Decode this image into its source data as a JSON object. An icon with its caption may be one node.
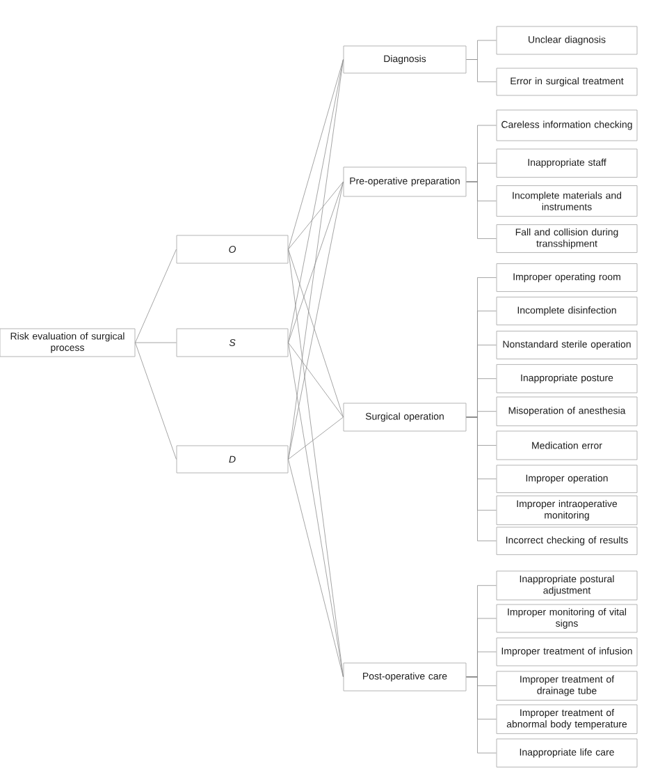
{
  "diagram": {
    "nodes": [
      {
        "text": [
          "Risk evaluation of surgical process"
        ]
      },
      {
        "text": [
          "O"
        ]
      },
      {
        "text": [
          "S"
        ]
      },
      {
        "text": [
          "D"
        ]
      },
      {
        "text": [
          "Diagnosis"
        ]
      },
      {
        "text": [
          "Unclear diagnosis"
        ]
      },
      {
        "text": [
          "Error in surgical treatment"
        ]
      },
      {
        "text": [
          "Pre-operative preparation"
        ]
      },
      {
        "text": [
          "Careless information checking"
        ]
      },
      {
        "text": [
          "Inappropriate staff"
        ]
      },
      {
        "text": [
          "Incomplete materials and instruments"
        ]
      },
      {
        "text": [
          "Fall and collision during transshipment"
        ]
      },
      {
        "text": [
          "Surgical operation"
        ]
      },
      {
        "text": [
          "Improper operating room"
        ]
      },
      {
        "text": [
          "Incomplete disinfection"
        ]
      },
      {
        "text": [
          "Nonstandard sterile operation"
        ]
      },
      {
        "text": [
          "Inappropriate posture"
        ]
      },
      {
        "text": [
          "Misoperation of anesthesia"
        ]
      },
      {
        "text": [
          "Medication error"
        ]
      },
      {
        "text": [
          "Improper operation"
        ]
      },
      {
        "text": [
          "Improper intraoperative monitoring"
        ]
      },
      {
        "text": [
          "Incorrect checking of results"
        ]
      },
      {
        "text": [
          "Post-operative care"
        ]
      },
      {
        "text": [
          "Inappropriate postural adjustment"
        ]
      },
      {
        "text": [
          "Improper monitoring of vital signs"
        ]
      },
      {
        "text": [
          "Improper treatment of infusion"
        ]
      },
      {
        "text": [
          "Improper treatment of drainage tube"
        ]
      },
      {
        "text": [
          "Improper treatment of abnormal body temperature"
        ]
      },
      {
        "text": [
          "Inappropriate life care"
        ]
      }
    ],
    "edges": [
      {
        "from": 0,
        "to": 1,
        "arrow": "none"
      },
      {
        "from": 0,
        "to": 2,
        "arrow": "none"
      },
      {
        "from": 0,
        "to": 3,
        "arrow": "none"
      },
      {
        "from": 1,
        "to": 4,
        "arrow": "none"
      },
      {
        "from": 1,
        "to": 7,
        "arrow": "none"
      },
      {
        "from": 1,
        "to": 12,
        "arrow": "none"
      },
      {
        "from": 1,
        "to": 22,
        "arrow": "none"
      },
      {
        "from": 2,
        "to": 4,
        "arrow": "none"
      },
      {
        "from": 2,
        "to": 7,
        "arrow": "none"
      },
      {
        "from": 2,
        "to": 12,
        "arrow": "none"
      },
      {
        "from": 2,
        "to": 22,
        "arrow": "none"
      },
      {
        "from": 3,
        "to": 4,
        "arrow": "none"
      },
      {
        "from": 3,
        "to": 7,
        "arrow": "none"
      },
      {
        "from": 3,
        "to": 12,
        "arrow": "none"
      },
      {
        "from": 3,
        "to": 22,
        "arrow": "none"
      },
      {
        "from": 4,
        "to": 5,
        "arrow": "none"
      },
      {
        "from": 4,
        "to": 6,
        "arrow": "none"
      },
      {
        "from": 7,
        "to": 8,
        "arrow": "none"
      },
      {
        "from": 7,
        "to": 9,
        "arrow": "none"
      },
      {
        "from": 7,
        "to": 10,
        "arrow": "none"
      },
      {
        "from": 7,
        "to": 11,
        "arrow": "none"
      },
      {
        "from": 12,
        "to": 13,
        "arrow": "none"
      },
      {
        "from": 12,
        "to": 14,
        "arrow": "none"
      },
      {
        "from": 12,
        "to": 15,
        "arrow": "none"
      },
      {
        "from": 12,
        "to": 16,
        "arrow": "none"
      },
      {
        "from": 12,
        "to": 17,
        "arrow": "none"
      },
      {
        "from": 12,
        "to": 18,
        "arrow": "none"
      },
      {
        "from": 12,
        "to": 19,
        "arrow": "none"
      },
      {
        "from": 12,
        "to": 20,
        "arrow": "none"
      },
      {
        "from": 12,
        "to": 21,
        "arrow": "none"
      },
      {
        "from": 22,
        "to": 23,
        "arrow": "none"
      },
      {
        "from": 22,
        "to": 24,
        "arrow": "none"
      },
      {
        "from": 22,
        "to": 25,
        "arrow": "none"
      },
      {
        "from": 22,
        "to": 26,
        "arrow": "none"
      },
      {
        "from": 22,
        "to": 27,
        "arrow": "none"
      },
      {
        "from": 22,
        "to": 28,
        "arrow": "none"
      }
    ]
  }
}
